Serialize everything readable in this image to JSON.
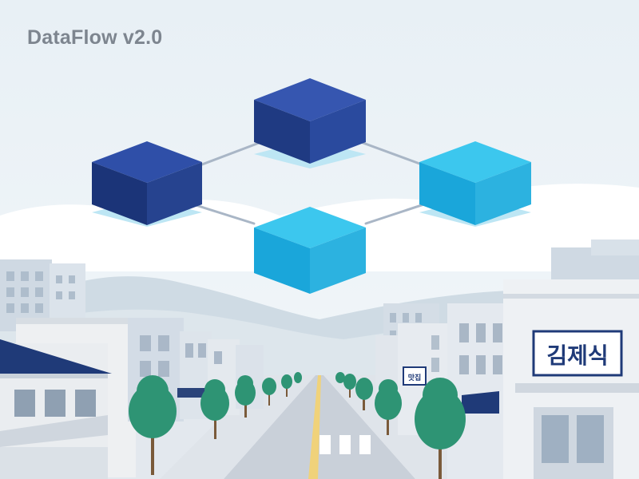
{
  "app": {
    "title": "DataFlow v2.0"
  },
  "signs": {
    "right_large": "김제식",
    "right_small": "맛집"
  },
  "colors": {
    "sky": "#e9f1f6",
    "cube_dark": "#2a4a9e",
    "cube_light": "#2cb2e0",
    "connector": "#a9b6c6",
    "tree": "#2e9474",
    "title": "#7d858f",
    "road": "#c7ced8"
  },
  "network": {
    "nodes": [
      "node-top",
      "node-left",
      "node-right",
      "node-bottom"
    ],
    "edges": [
      [
        "node-left",
        "node-top"
      ],
      [
        "node-top",
        "node-right"
      ],
      [
        "node-left",
        "node-bottom"
      ],
      [
        "node-bottom",
        "node-right"
      ]
    ]
  }
}
